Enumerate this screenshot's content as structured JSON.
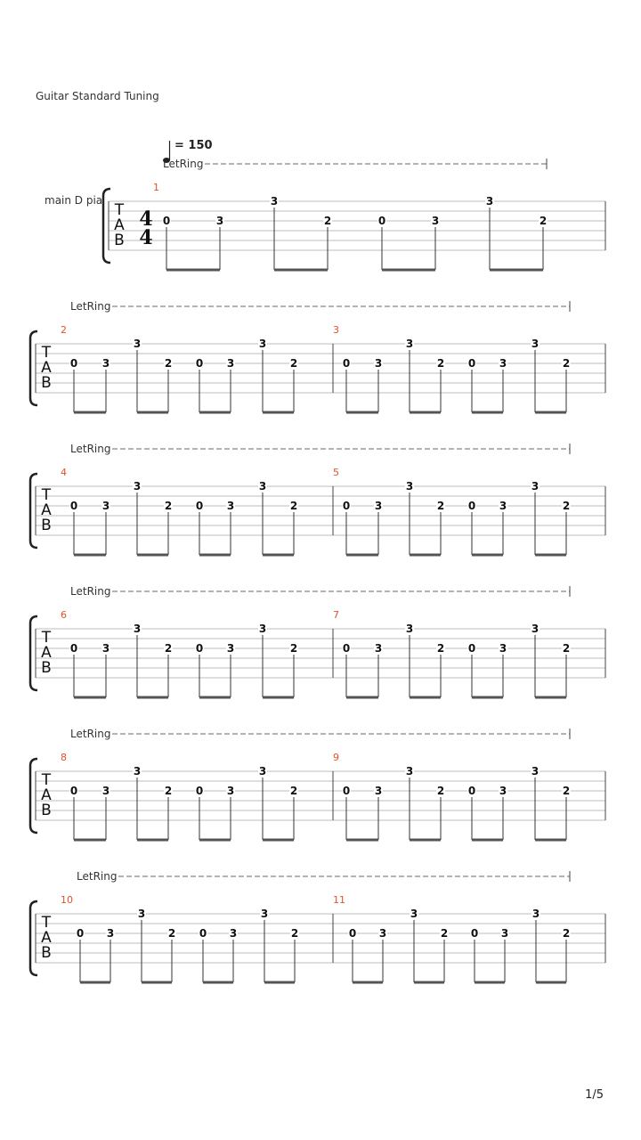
{
  "header": {
    "tuning": "Guitar Standard Tuning"
  },
  "tempo": {
    "symbol": "♩",
    "value": "= 150"
  },
  "track": {
    "name": "main D pia"
  },
  "time_signature": {
    "top": "4",
    "bottom": "4"
  },
  "tab_letters": [
    "T",
    "A",
    "B"
  ],
  "let_ring_label": "LetRing",
  "pattern": [
    {
      "fret": "0",
      "string": 3
    },
    {
      "fret": "3",
      "string": 3
    },
    {
      "fret": "3",
      "string": 1
    },
    {
      "fret": "2",
      "string": 3
    },
    {
      "fret": "0",
      "string": 3
    },
    {
      "fret": "3",
      "string": 3
    },
    {
      "fret": "3",
      "string": 1
    },
    {
      "fret": "2",
      "string": 3
    }
  ],
  "systems": [
    {
      "measures": [
        "1"
      ]
    },
    {
      "measures": [
        "2",
        "3"
      ]
    },
    {
      "measures": [
        "4",
        "5"
      ]
    },
    {
      "measures": [
        "6",
        "7"
      ]
    },
    {
      "measures": [
        "8",
        "9"
      ]
    },
    {
      "measures": [
        "10",
        "11"
      ]
    }
  ],
  "footer": {
    "page": "1/5"
  }
}
